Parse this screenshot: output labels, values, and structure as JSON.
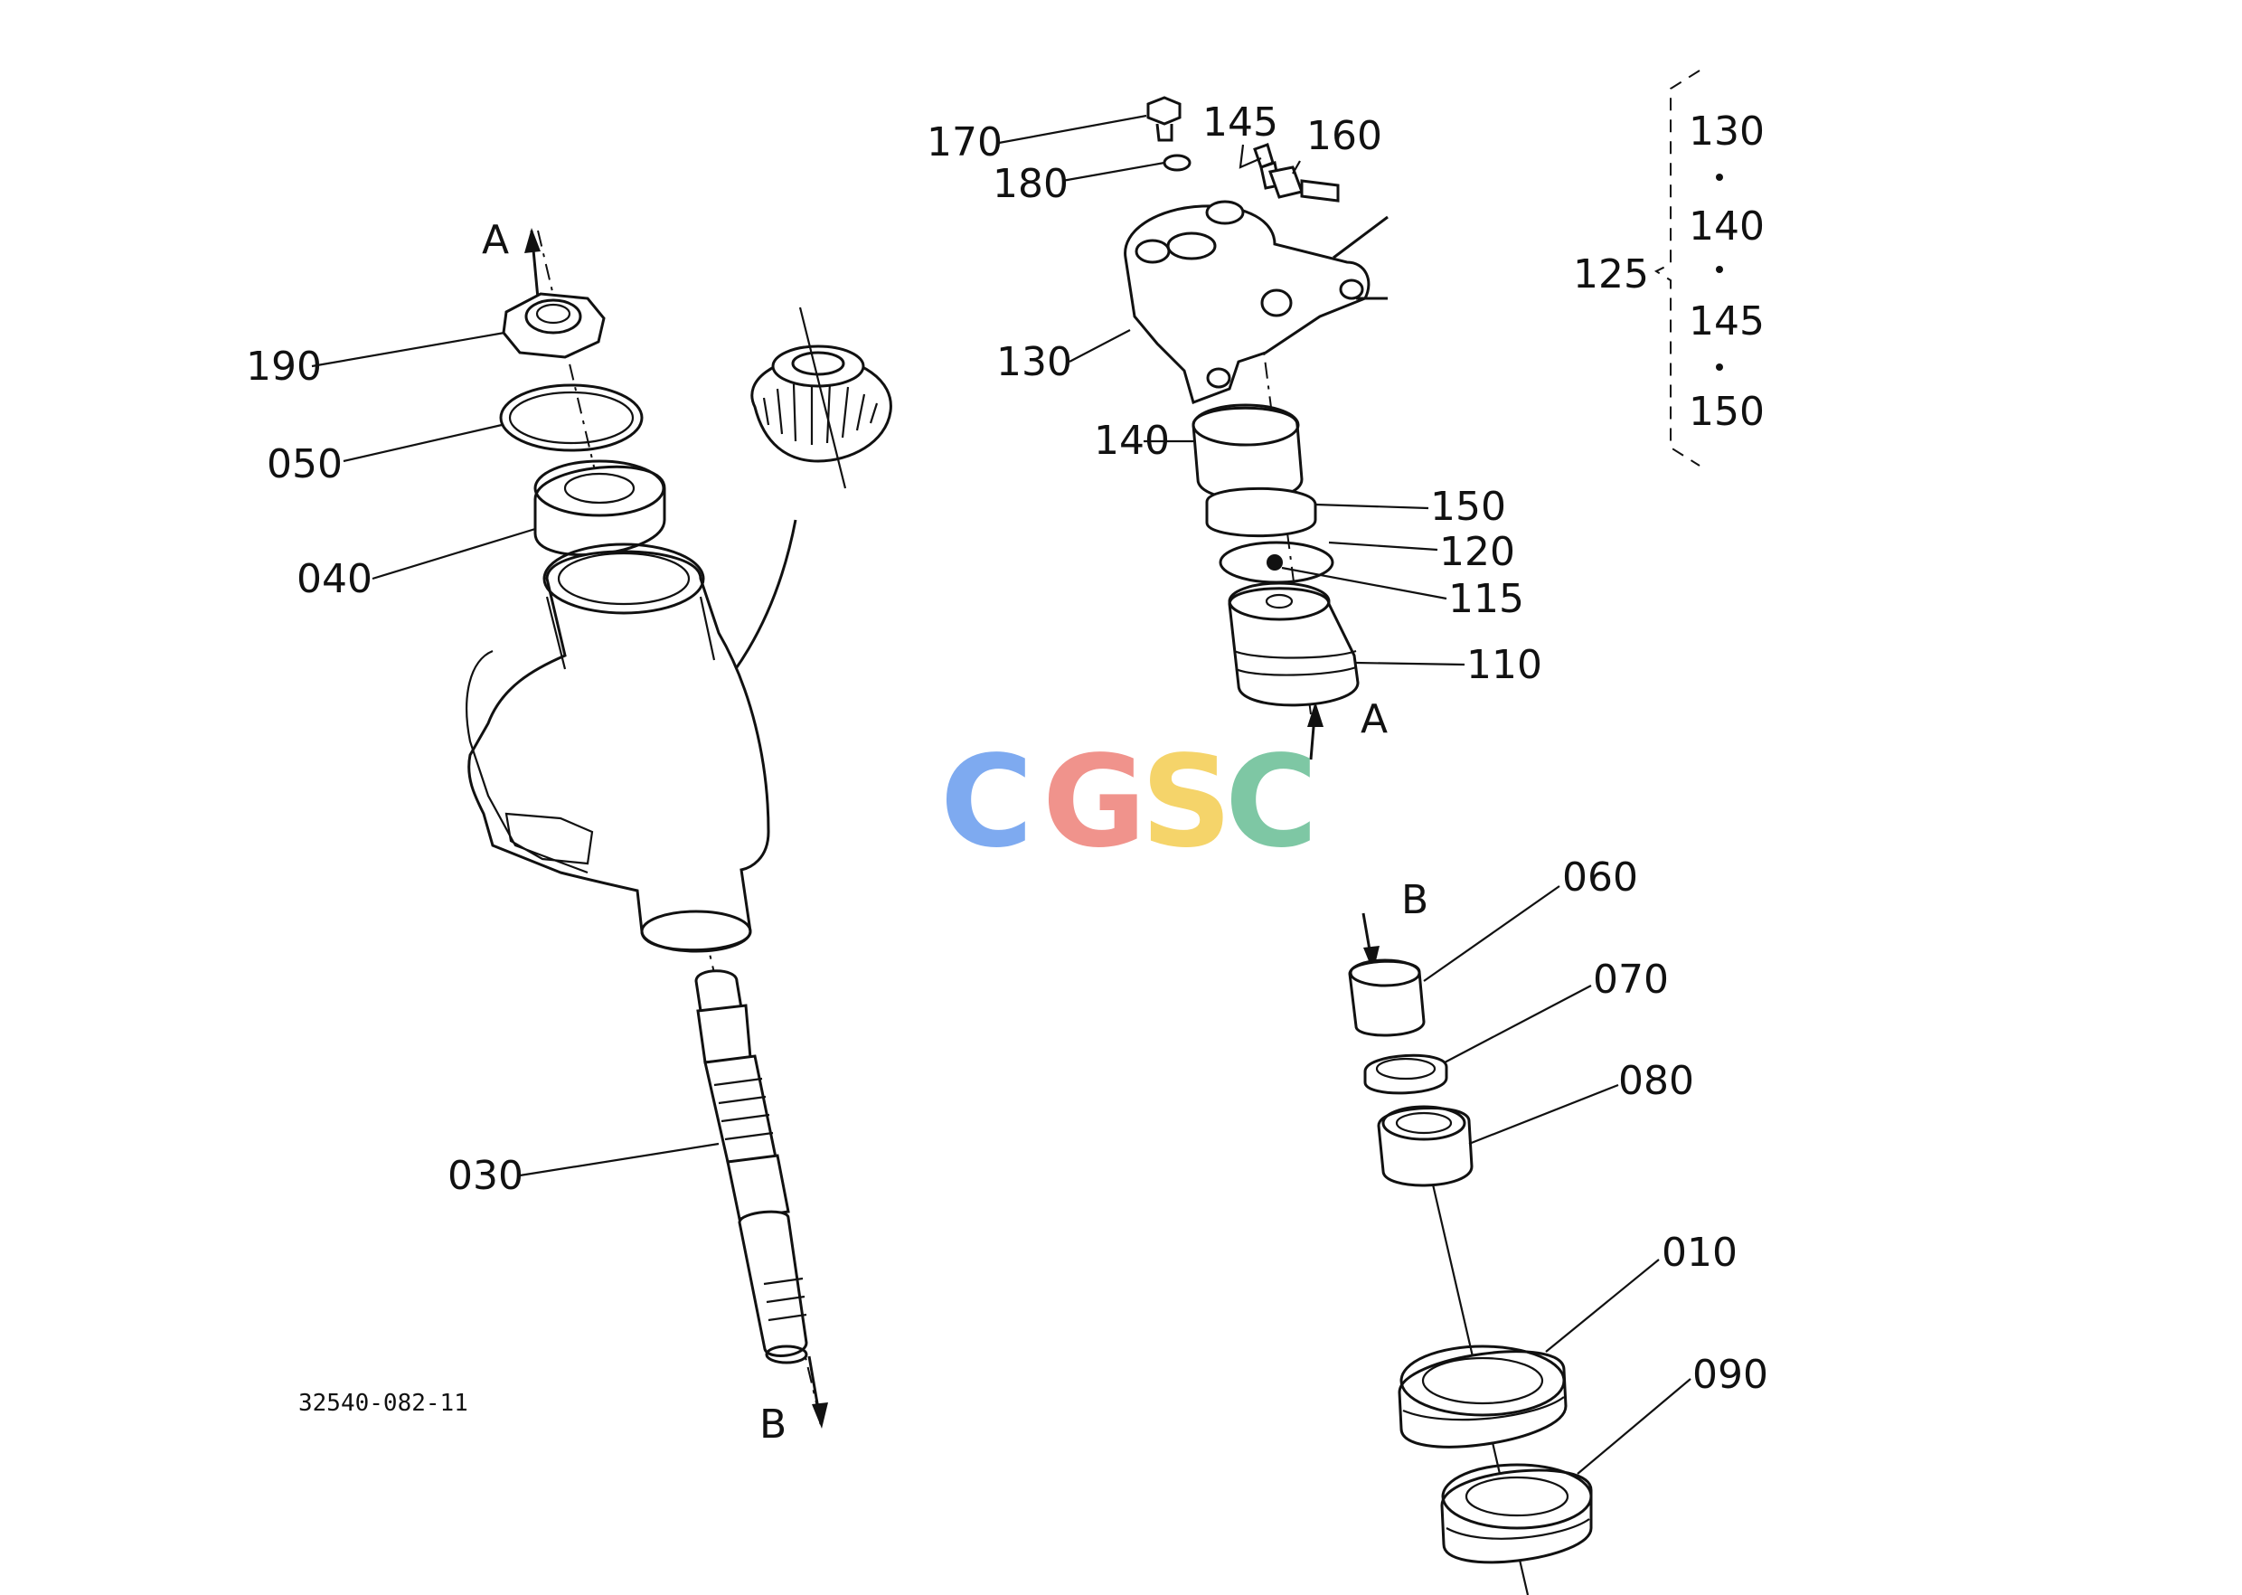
{
  "drawing_number": "32540-082-11",
  "labels": {
    "p170": "170",
    "p145": "145",
    "p160": "160",
    "p180": "180",
    "p130": "130",
    "p140": "140",
    "p150": "150",
    "p120": "120",
    "p115": "115",
    "p110": "110",
    "p190": "190",
    "p050": "050",
    "p040": "040",
    "p030": "030",
    "p060": "060",
    "p070": "070",
    "p080": "080",
    "p010": "010",
    "p090": "090",
    "p125": "125",
    "arrowA_top": "A",
    "arrowA_bottom": "A",
    "arrowB_top": "B",
    "arrowB_bottom": "B"
  },
  "kit_bracket": {
    "label": "125",
    "items": [
      "130",
      "140",
      "145",
      "150"
    ]
  },
  "watermark": {
    "letters": [
      {
        "char": "C",
        "color": "#7eaaf0"
      },
      {
        "char": "G",
        "color": "#f0938c"
      },
      {
        "char": "S",
        "color": "#f5d46a"
      },
      {
        "char": "C",
        "color": "#7ec7a4"
      }
    ]
  }
}
